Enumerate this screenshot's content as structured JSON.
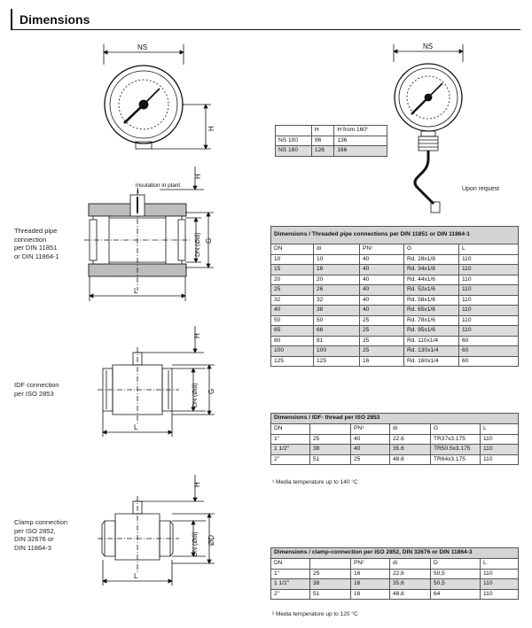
{
  "header": {
    "title": "Dimensions"
  },
  "labels": {
    "threaded": "Threaded pipe\nconnection\nper DIN 11851\nor DIN 11864-1",
    "idf": "IDF connection\nper  ISO 2853",
    "clamp": "Clamp connection\nper  ISO 2852,\nDIN 32676 or\nDIN 11864-3",
    "upon_request": "Upon request",
    "insulation": "insulation in plant"
  },
  "drawing_text": {
    "ns": "NS",
    "h": "H",
    "l": "L",
    "g": "G",
    "dn_di": "DN (Ødi)",
    "od": "ØD"
  },
  "table_ns": {
    "headers": [
      "",
      "H",
      "H from 160°"
    ],
    "rows": [
      [
        "NS 100",
        "96",
        "136"
      ],
      [
        "NS 160",
        "126",
        "166"
      ]
    ]
  },
  "table_threaded": {
    "title": "Dimensions / Threaded pipe connections per DIN 11851 or DIN 11864-1",
    "headers": [
      "DN",
      "di",
      "PN¹",
      "G",
      "L"
    ],
    "rows": [
      [
        "10",
        "10",
        "40",
        "Rd. 28x1/8",
        "110"
      ],
      [
        "15",
        "16",
        "40",
        "Rd. 34x1/8",
        "110"
      ],
      [
        "20",
        "20",
        "40",
        "Rd. 44x1/6",
        "110"
      ],
      [
        "25",
        "26",
        "40",
        "Rd. 52x1/6",
        "110"
      ],
      [
        "32",
        "32",
        "40",
        "Rd. 58x1/6",
        "110"
      ],
      [
        "40",
        "38",
        "40",
        "Rd. 65x1/6",
        "110"
      ],
      [
        "50",
        "50",
        "25",
        "Rd. 78x1/6",
        "110"
      ],
      [
        "65",
        "66",
        "25",
        "Rd. 95x1/6",
        "110"
      ],
      [
        "80",
        "81",
        "25",
        "Rd. 110x1/4",
        "60"
      ],
      [
        "100",
        "100",
        "25",
        "Rd. 130x1/4",
        "60"
      ],
      [
        "125",
        "125",
        "16",
        "Rd. 160x1/4",
        "60"
      ]
    ]
  },
  "table_idf": {
    "title": "Dimensions / IDF- thread per ISO 2853",
    "headers": [
      "DN",
      "",
      "PN¹",
      "di",
      "G",
      "L"
    ],
    "rows": [
      [
        "1\"",
        "25",
        "40",
        "22.6",
        "TR37x3.175",
        "110"
      ],
      [
        "1 1/2\"",
        "38",
        "40",
        "35.6",
        "TR50.5x3.175",
        "110"
      ],
      [
        "2\"",
        "51",
        "25",
        "48.6",
        "TR64x3.175",
        "110"
      ]
    ],
    "note": "¹ Media temperature up to 140 °C"
  },
  "table_clamp": {
    "title": "Dimensions / clamp-connection per ISO 2852, DIN 32676 or DIN 11864-3",
    "headers": [
      "DN",
      "",
      "PN²",
      "di",
      "D",
      "L"
    ],
    "rows": [
      [
        "1\"",
        "25",
        "16",
        "22,6",
        "50,5",
        "110"
      ],
      [
        "1 1/2\"",
        "38",
        "16",
        "35,6",
        "50,5",
        "110"
      ],
      [
        "2\"",
        "51",
        "16",
        "48,6",
        "64",
        "110"
      ]
    ],
    "note": "² Media temperature up to 120 °C"
  }
}
